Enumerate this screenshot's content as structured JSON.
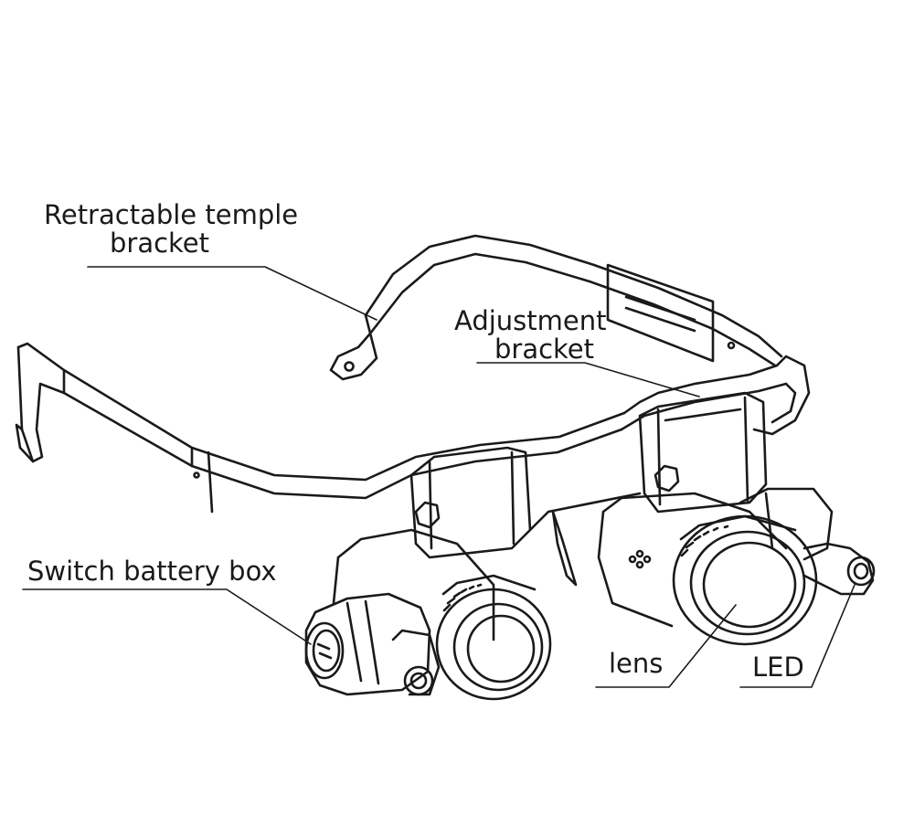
{
  "labels": {
    "temple_line1": "Retractable temple",
    "temple_line2": "bracket",
    "adjust_line1": "Adjustment",
    "adjust_line2": "bracket",
    "switch": "Switch battery box",
    "lens": "lens",
    "led": "LED"
  },
  "colors": {
    "ink": "#1a1a1a",
    "background": "#ffffff"
  }
}
